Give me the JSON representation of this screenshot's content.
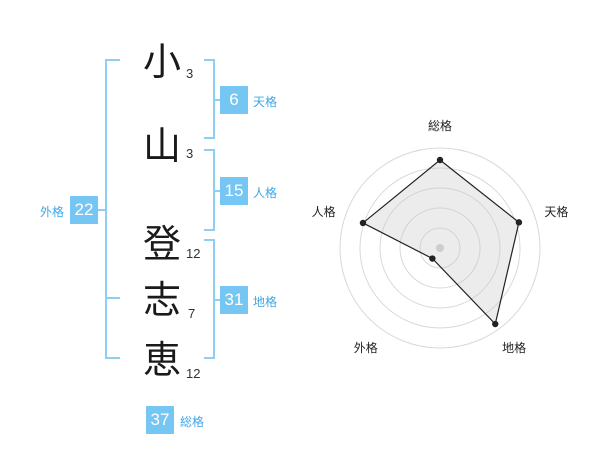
{
  "name": {
    "chars": [
      {
        "char": "小",
        "strokes": "3"
      },
      {
        "char": "山",
        "strokes": "3"
      },
      {
        "char": "登",
        "strokes": "12"
      },
      {
        "char": "志",
        "strokes": "7"
      },
      {
        "char": "恵",
        "strokes": "12"
      }
    ]
  },
  "fortune": {
    "tenkaku": {
      "value": "6",
      "label": "天格"
    },
    "jinkaku": {
      "value": "15",
      "label": "人格"
    },
    "chikaku": {
      "value": "31",
      "label": "地格"
    },
    "gaikaku": {
      "value": "22",
      "label": "外格"
    },
    "soukaku": {
      "value": "37",
      "label": "総格"
    }
  },
  "colors": {
    "accent": "#75c6f2",
    "bracket": "#8ccff3",
    "label": "#3da7e8"
  },
  "chart_data": {
    "type": "radar",
    "axes": [
      "総格",
      "天格",
      "地格",
      "外格",
      "人格"
    ],
    "values": [
      0.88,
      0.83,
      0.94,
      0.13,
      0.81
    ],
    "rings": 5
  }
}
